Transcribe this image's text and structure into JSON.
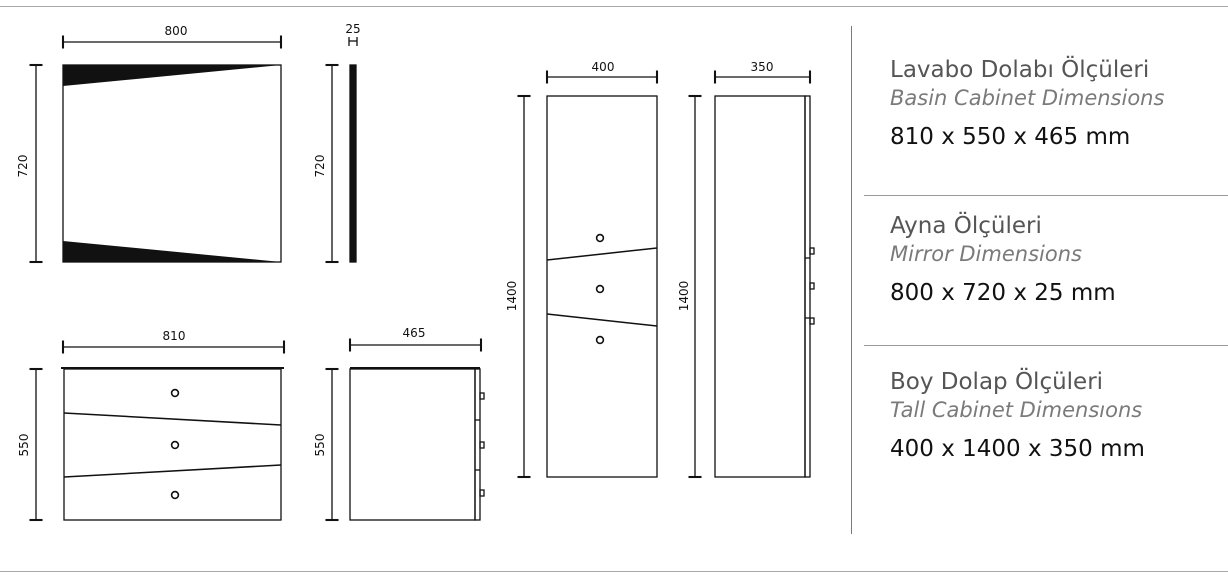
{
  "drawings": {
    "mirror_front": {
      "width": "800",
      "height": "720"
    },
    "mirror_side": {
      "depth": "25",
      "height": "720"
    },
    "basin_front": {
      "width": "810",
      "height": "550"
    },
    "basin_side": {
      "depth": "465",
      "height": "550"
    },
    "tall_front": {
      "width": "400",
      "height": "1400"
    },
    "tall_side": {
      "depth": "350",
      "height": "1400"
    }
  },
  "specs": [
    {
      "title_tr": "Lavabo Dolabı Ölçüleri",
      "title_en": "Basin Cabinet Dimensions",
      "dims": "810 x 550 x 465 mm"
    },
    {
      "title_tr": "Ayna Ölçüleri",
      "title_en": "Mirror Dimensions",
      "dims": "800 x 720 x 25 mm"
    },
    {
      "title_tr": "Boy Dolap Ölçüleri",
      "title_en": "Tall Cabinet Dimensıons",
      "dims": "400 x 1400 x 350 mm"
    }
  ],
  "colors": {
    "line": "#111111",
    "rule": "#9a9a9a",
    "text_tr": "#555555",
    "text_en": "#7a7a7a"
  }
}
